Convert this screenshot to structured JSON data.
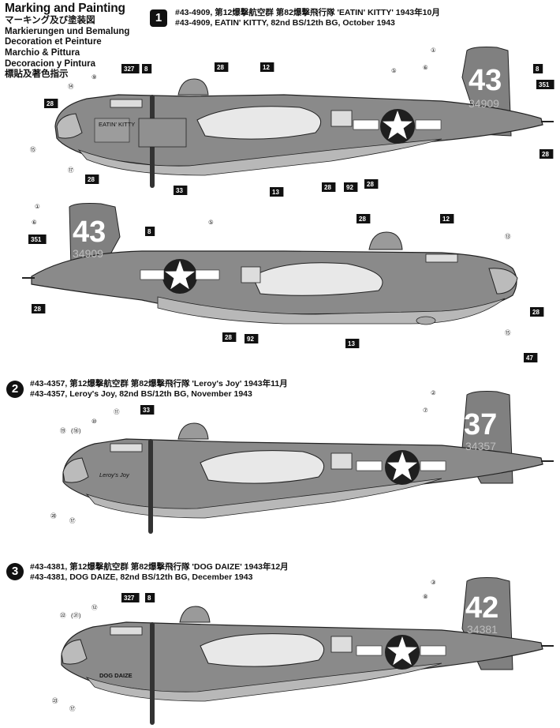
{
  "header": {
    "title": "Marking and Painting",
    "lines": [
      "マーキング及び塗装図",
      "Markierungen und Bemalung",
      "Decoration et Peinture",
      "Marchio & Pittura",
      "Decoracion y Pintura",
      "標貼及著色指示"
    ]
  },
  "schemes": [
    {
      "number": "1",
      "line1": "#43-4909, 第12爆撃航空群 第82爆撃飛行隊 'EATIN' KITTY' 1943年10月",
      "line2": "#43-4909, EATIN' KITTY, 82nd BS/12th BG, October 1943",
      "tail_code": "43",
      "tail_serial": "34909",
      "nose_art": "EATIN' KITTY"
    },
    {
      "number": "2",
      "line1": "#43-4357, 第12爆撃航空群 第82爆撃飛行隊 'Leroy's Joy' 1943年11月",
      "line2": "#43-4357, Leroy's Joy, 82nd BS/12th BG, November 1943",
      "tail_code": "37",
      "tail_serial": "34357",
      "nose_art": "Leroy's Joy"
    },
    {
      "number": "3",
      "line1": "#43-4381, 第12爆撃航空群 第82爆撃飛行隊 'DOG DAIZE' 1943年12月",
      "line2": "#43-4381, DOG DAIZE, 82nd BS/12th BG, December 1943",
      "tail_code": "42",
      "tail_serial": "34381",
      "nose_art": "DOG DAIZE"
    }
  ],
  "colors": {
    "fuselage": "#7d7d7d",
    "fuselage_light": "#9a9a9a",
    "panel": "#6a6a6a",
    "star_blue": "#262626",
    "underside": "#c9c9c9",
    "line": "#222222"
  },
  "callouts": {
    "p1": [
      "①",
      "⑥",
      "⑤",
      "⑭",
      "⑨",
      "⑮",
      "⑰"
    ],
    "p1_boxes": [
      "327",
      "8",
      "28",
      "12",
      "8",
      "351",
      "28",
      "28",
      "28",
      "92",
      "28",
      "13",
      "33",
      "28"
    ],
    "p2": [
      "①",
      "⑥",
      "⑤",
      "⑬",
      "⑮"
    ],
    "p2_boxes": [
      "8",
      "351",
      "28",
      "28",
      "12",
      "28",
      "28",
      "92",
      "13",
      "47"
    ],
    "p3": [
      "②",
      "⑦",
      "⑪",
      "⑩",
      "⑲",
      "⑳",
      "⑰"
    ],
    "p3_paren": [
      "(⑱)"
    ],
    "p3_boxes": [
      "33"
    ],
    "p4": [
      "③",
      "⑧",
      "⑫",
      "㉒",
      "㉓",
      "⑰"
    ],
    "p4_paren": [
      "(㉑)"
    ],
    "p4_boxes": [
      "327",
      "8"
    ]
  }
}
